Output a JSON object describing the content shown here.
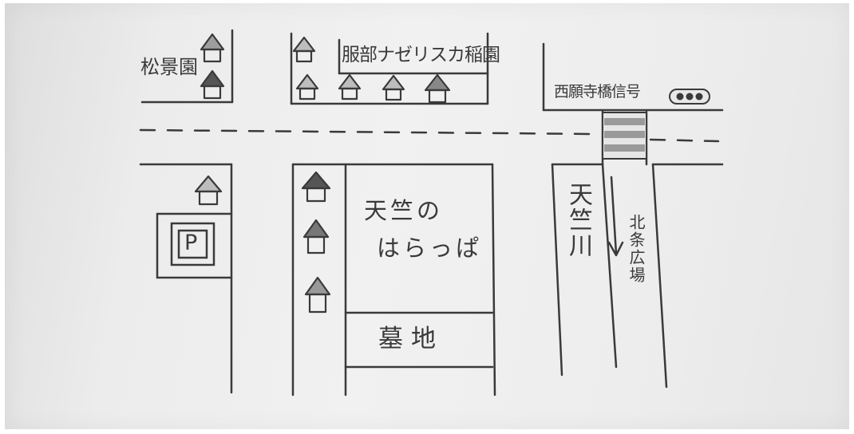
{
  "labels": {
    "shoenen": "松景園",
    "hattori": "服部ナゼリスカ稲園",
    "signal": "西願寺橋信号",
    "field_line1": "天竺の",
    "field_line2": "はらっぱ",
    "cemetery": "墓地",
    "river": "天竺川",
    "plaza": "北条広場",
    "parking": "P"
  },
  "icons": [
    "house-icon",
    "parking-icon",
    "traffic-light-icon",
    "crosswalk",
    "arrow-down-icon"
  ],
  "colors": {
    "ink": "#3a3a3a",
    "paper": "#ececec"
  }
}
